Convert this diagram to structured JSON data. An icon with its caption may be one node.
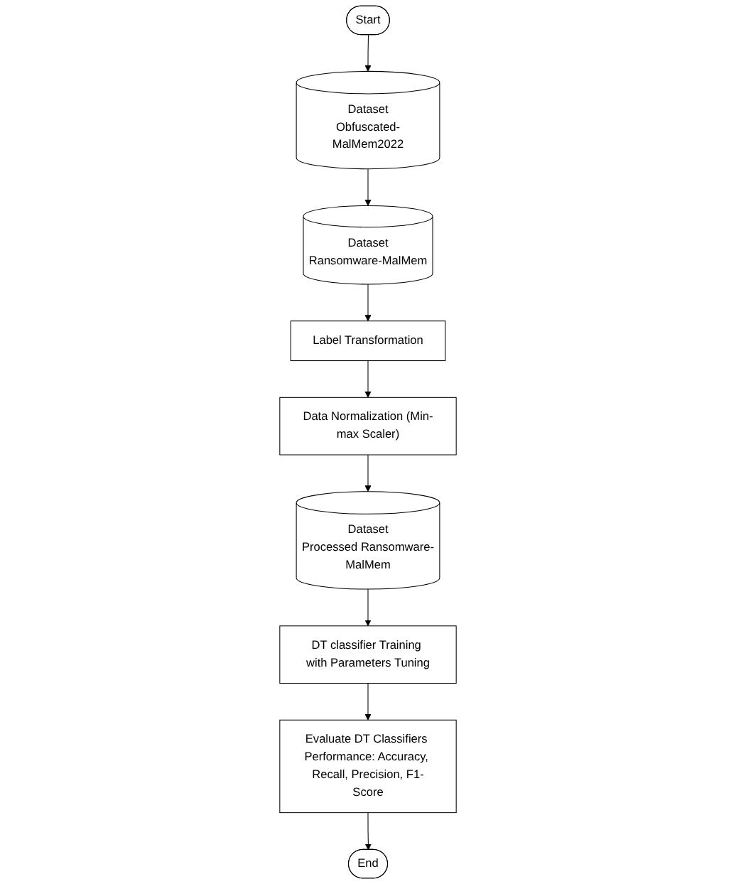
{
  "diagram": {
    "nodes": [
      {
        "text": [
          "Start"
        ]
      },
      {
        "text": [
          "Dataset",
          "Obfuscated-MalMem2022"
        ]
      },
      {
        "text": [
          "Dataset",
          "Ransomware-MalMem"
        ]
      },
      {
        "text": [
          "Label Transformation"
        ]
      },
      {
        "text": [
          "Data Normalization (Min-max Scaler)"
        ]
      },
      {
        "text": [
          "Dataset",
          "Processed Ransomware-MalMem"
        ]
      },
      {
        "text": [
          "DT classifier Training with Parameters Tuning"
        ]
      },
      {
        "text": [
          "Evaluate DT Classifiers Performance: Accuracy, Recall, Precision, F1-Score"
        ]
      },
      {
        "text": [
          "End"
        ]
      }
    ],
    "edges": [
      {
        "from": 0,
        "to": 1,
        "arrow": "to"
      },
      {
        "from": 1,
        "to": 2,
        "arrow": "to"
      },
      {
        "from": 2,
        "to": 3,
        "arrow": "to"
      },
      {
        "from": 3,
        "to": 4,
        "arrow": "to"
      },
      {
        "from": 4,
        "to": 5,
        "arrow": "to"
      },
      {
        "from": 5,
        "to": 6,
        "arrow": "to"
      },
      {
        "from": 6,
        "to": 7,
        "arrow": "to"
      },
      {
        "from": 7,
        "to": 8,
        "arrow": "to"
      }
    ]
  }
}
